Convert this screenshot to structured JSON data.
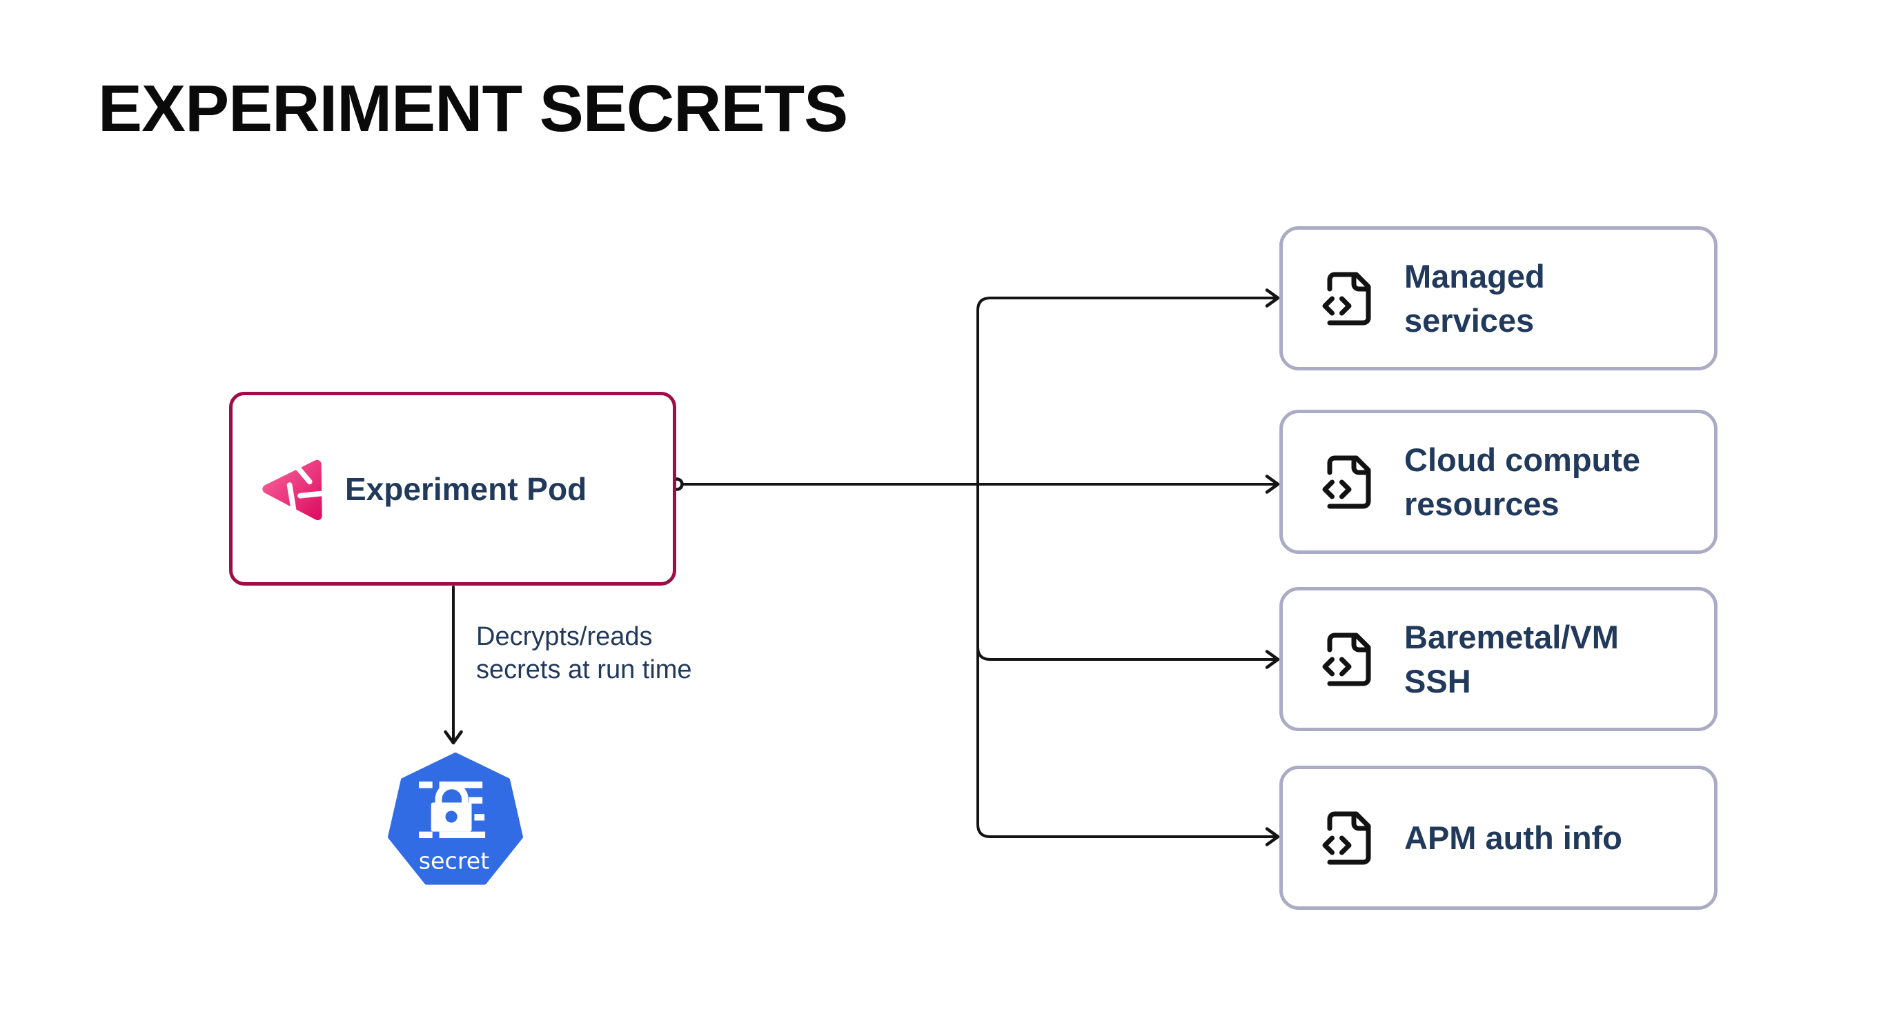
{
  "title": "EXPERIMENT SECRETS",
  "pod": {
    "label": "Experiment Pod",
    "icon": "litmuschaos-logo"
  },
  "edge_note": "Decrypts/reads\nsecrets at run time",
  "secret_node": {
    "label": "secret",
    "icon": "kubernetes-secret"
  },
  "targets": [
    {
      "label": "Managed\nservices",
      "icon": "file-code"
    },
    {
      "label": "Cloud compute\nresources",
      "icon": "file-code"
    },
    {
      "label": "Baremetal/VM\nSSH",
      "icon": "file-code"
    },
    {
      "label": "APM auth info",
      "icon": "file-code"
    }
  ],
  "colors": {
    "pod_border": "#9E0D47",
    "target_border": "#ABABC5",
    "text_navy": "#21395B",
    "title_black": "#0A0A0A",
    "line_black": "#141414",
    "k8s_blue": "#326CE5",
    "logo_pink_light": "#F8639B",
    "logo_pink_dark": "#DE1063"
  }
}
